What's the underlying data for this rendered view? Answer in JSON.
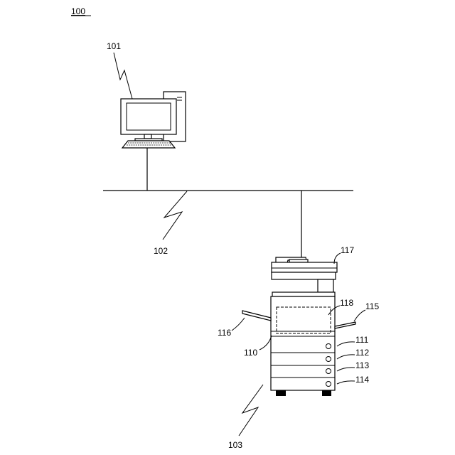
{
  "figure": {
    "number": "100",
    "labels": {
      "computer": "101",
      "network": "102",
      "mfp_lead": "103",
      "mfp_body": "110",
      "tray_1": "111",
      "tray_2": "112",
      "tray_3": "113",
      "tray_4": "114",
      "output_tray_right": "115",
      "output_tray_left": "116",
      "document_feeder": "117",
      "operation_panel": "118"
    }
  }
}
